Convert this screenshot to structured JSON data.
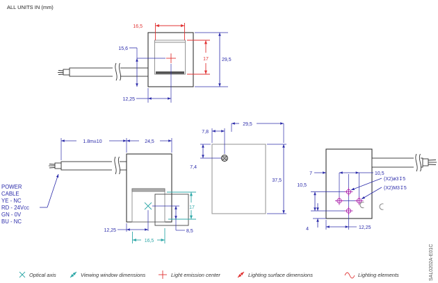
{
  "title": "ALL UNITS IN (mm)",
  "part_number": "SAL0202A-E01C",
  "power_cable": {
    "line1": "POWER",
    "line2": "CABLE",
    "line3": "YE - NC",
    "line4": "RD - 24Vcc",
    "line5": "GN - 0V",
    "line6": "BU - NC"
  },
  "top_view": {
    "lighting_width": "16,5",
    "lighting_height": "17",
    "body_height": "29,5",
    "center_from_bottom": "15,6",
    "center_from_left": "12,25"
  },
  "front_view": {
    "cable_length": "1.8m±10",
    "body_width": "24,5",
    "window_width": "16,5",
    "window_height": "17",
    "axis_from_left": "12,25",
    "axis_to_bottom": "8,5"
  },
  "side_view": {
    "screw_from_left": "7,8",
    "body_depth": "29,5",
    "screw_from_top": "7,4",
    "body_height": "37,5"
  },
  "rear_view": {
    "holes_from_left": "7",
    "hole_pitch_top": "10,5",
    "hole_pitch_left": "10,5",
    "hole_from_bottom": "4",
    "hole_from_left": "12,25",
    "clearance_hole": "(X2)ø3↧5",
    "tapped_hole": "(X2)M3↧5"
  },
  "legend": {
    "optical_axis": "Optical axis",
    "viewing_window": "Viewing window dimensions",
    "light_emission": "Light emission center",
    "lighting_surface": "Lighting surface dimensions",
    "lighting_elements": "Lighting elements"
  },
  "colors": {
    "dimension_blue": "#2b2baa",
    "lighting_red": "#e03333",
    "viewing_teal": "#2fa8a8",
    "hole_magenta": "#aa22aa"
  }
}
